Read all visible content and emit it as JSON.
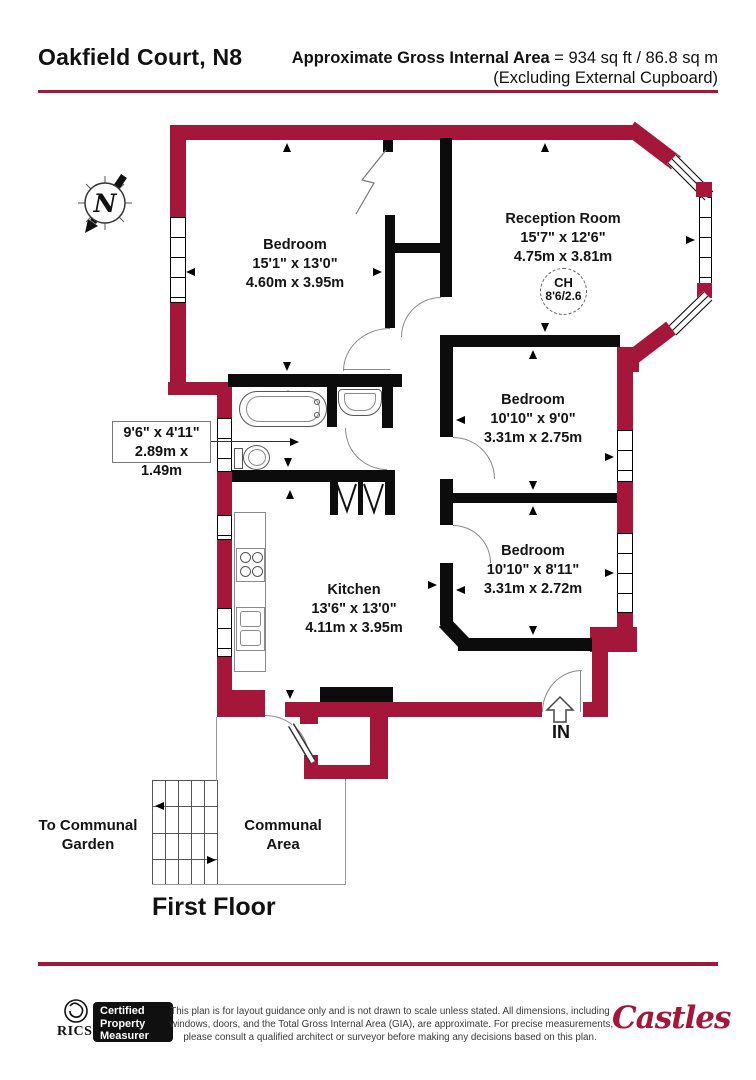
{
  "header": {
    "title": "Oakfield Court, N8",
    "area_label": "Approximate Gross Internal Area",
    "area_value": "= 934 sq ft / 86.8 sq m",
    "area_note": "(Excluding External Cupboard)"
  },
  "plan": {
    "compass_letter": "N",
    "rooms": {
      "bedroom1": {
        "name": "Bedroom",
        "imperial": "15'1\" x 13'0\"",
        "metric": "4.60m x 3.95m"
      },
      "reception": {
        "name": "Reception Room",
        "imperial": "15'7\" x 12'6\"",
        "metric": "4.75m x 3.81m"
      },
      "bedroom2": {
        "name": "Bedroom",
        "imperial": "10'10\" x 9'0\"",
        "metric": "3.31m x 2.75m"
      },
      "bedroom3": {
        "name": "Bedroom",
        "imperial": "10'10\" x 8'11\"",
        "metric": "3.31m x 2.72m"
      },
      "kitchen": {
        "name": "Kitchen",
        "imperial": "13'6\" x 13'0\"",
        "metric": "4.11m x 3.95m"
      }
    },
    "ceiling_height": {
      "label": "CH",
      "value": "8'6/2.6"
    },
    "bathroom_dims": {
      "imperial": "9'6\" x 4'11\"",
      "metric": "2.89m x 1.49m"
    },
    "entrance_label": "IN",
    "communal_area_line1": "Communal",
    "communal_area_line2": "Area",
    "garden_line1": "To Communal",
    "garden_line2": "Garden",
    "floor_label": "First Floor"
  },
  "footer": {
    "rics": "RICS",
    "certified": [
      "Certified",
      "Property",
      "Measurer"
    ],
    "disclaimer1": "This plan is for layout guidance only and is not drawn to scale unless stated. All dimensions, including",
    "disclaimer2": "windows, doors, and the Total Gross Internal Area (GIA), are approximate. For precise measurements,",
    "disclaimer3": "please consult a qualified architect or surveyor before making any decisions based on this plan.",
    "brand": "Castles"
  },
  "colors": {
    "wall": "#A4163A",
    "rule": "#A4163A",
    "brand": "#A4163A"
  }
}
